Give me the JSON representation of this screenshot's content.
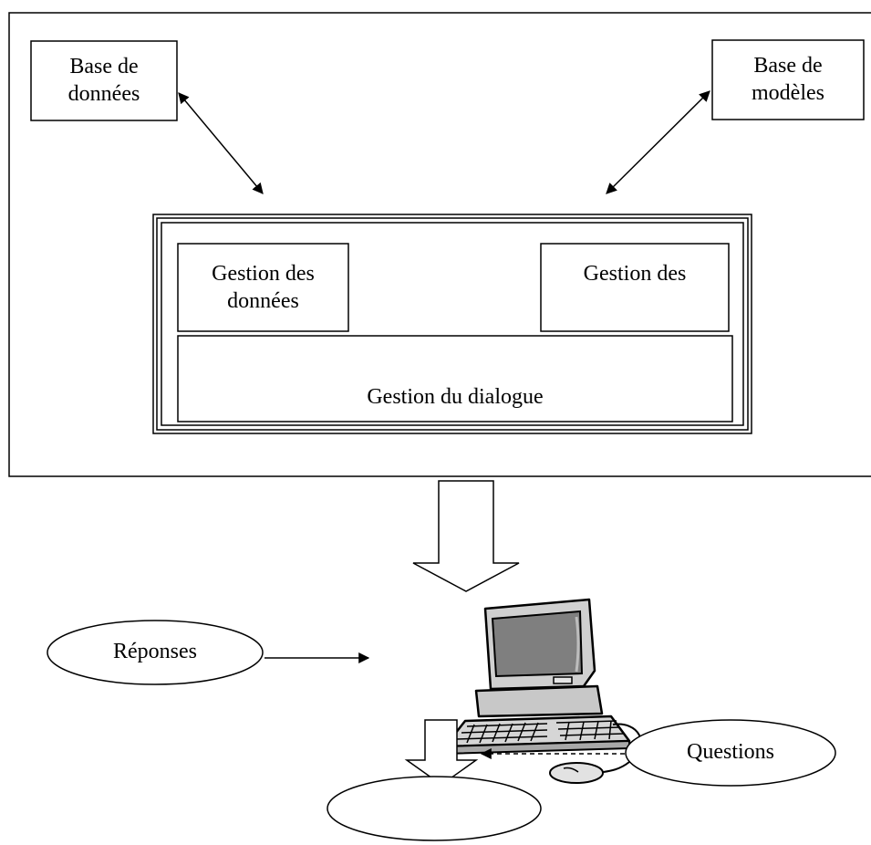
{
  "nodes": {
    "base_donnees": "Base de\ndonnées",
    "base_modeles": "Base de\nmodèles",
    "gestion_donnees": "Gestion des\ndonnées",
    "gestion_des": "Gestion des",
    "gestion_dialogue": "Gestion du dialogue",
    "reponses": "Réponses",
    "questions": "Questions",
    "output": ""
  },
  "icons": {
    "computer": "computer-icon"
  },
  "colors": {
    "stroke": "#000000",
    "screen": "#7f7f7f",
    "body": "#d0d0d0"
  }
}
